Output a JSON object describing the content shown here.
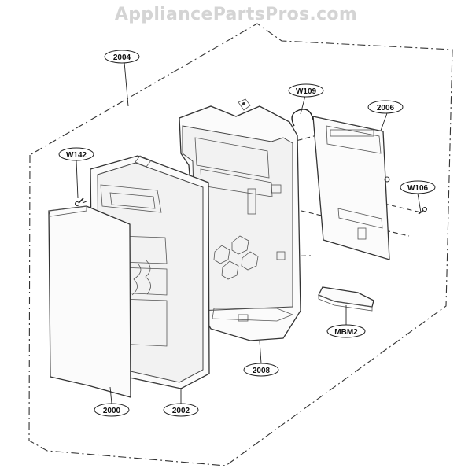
{
  "watermark": "AppliancePartsPros.com",
  "callouts": [
    {
      "id": "2004",
      "text": "2004"
    },
    {
      "id": "W109",
      "text": "W109"
    },
    {
      "id": "2006",
      "text": "2006"
    },
    {
      "id": "W142",
      "text": "W142"
    },
    {
      "id": "W106",
      "text": "W106"
    },
    {
      "id": "MBM2",
      "text": "MBM2"
    },
    {
      "id": "2008",
      "text": "2008"
    },
    {
      "id": "2000",
      "text": "2000"
    },
    {
      "id": "2002",
      "text": "2002"
    }
  ],
  "colors": {
    "line": "#333333",
    "watermark": "#d4d4d4",
    "paper": "#ffffff"
  }
}
